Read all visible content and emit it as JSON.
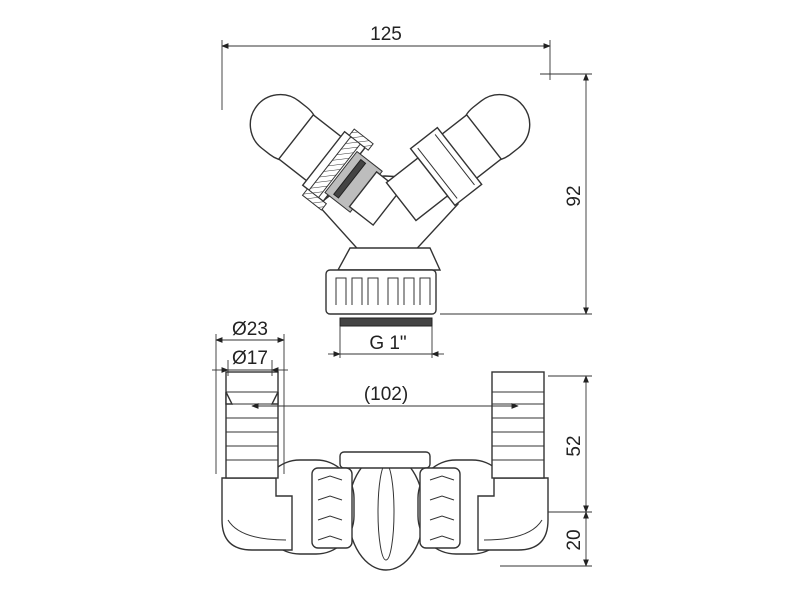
{
  "dimensions": {
    "overall_width": "125",
    "overall_height": "92",
    "thread": "G 1\"",
    "outer_diameter": "Ø23",
    "inner_diameter": "Ø17",
    "spacing": "(102)",
    "nozzle_height": "52",
    "base_height": "20"
  }
}
